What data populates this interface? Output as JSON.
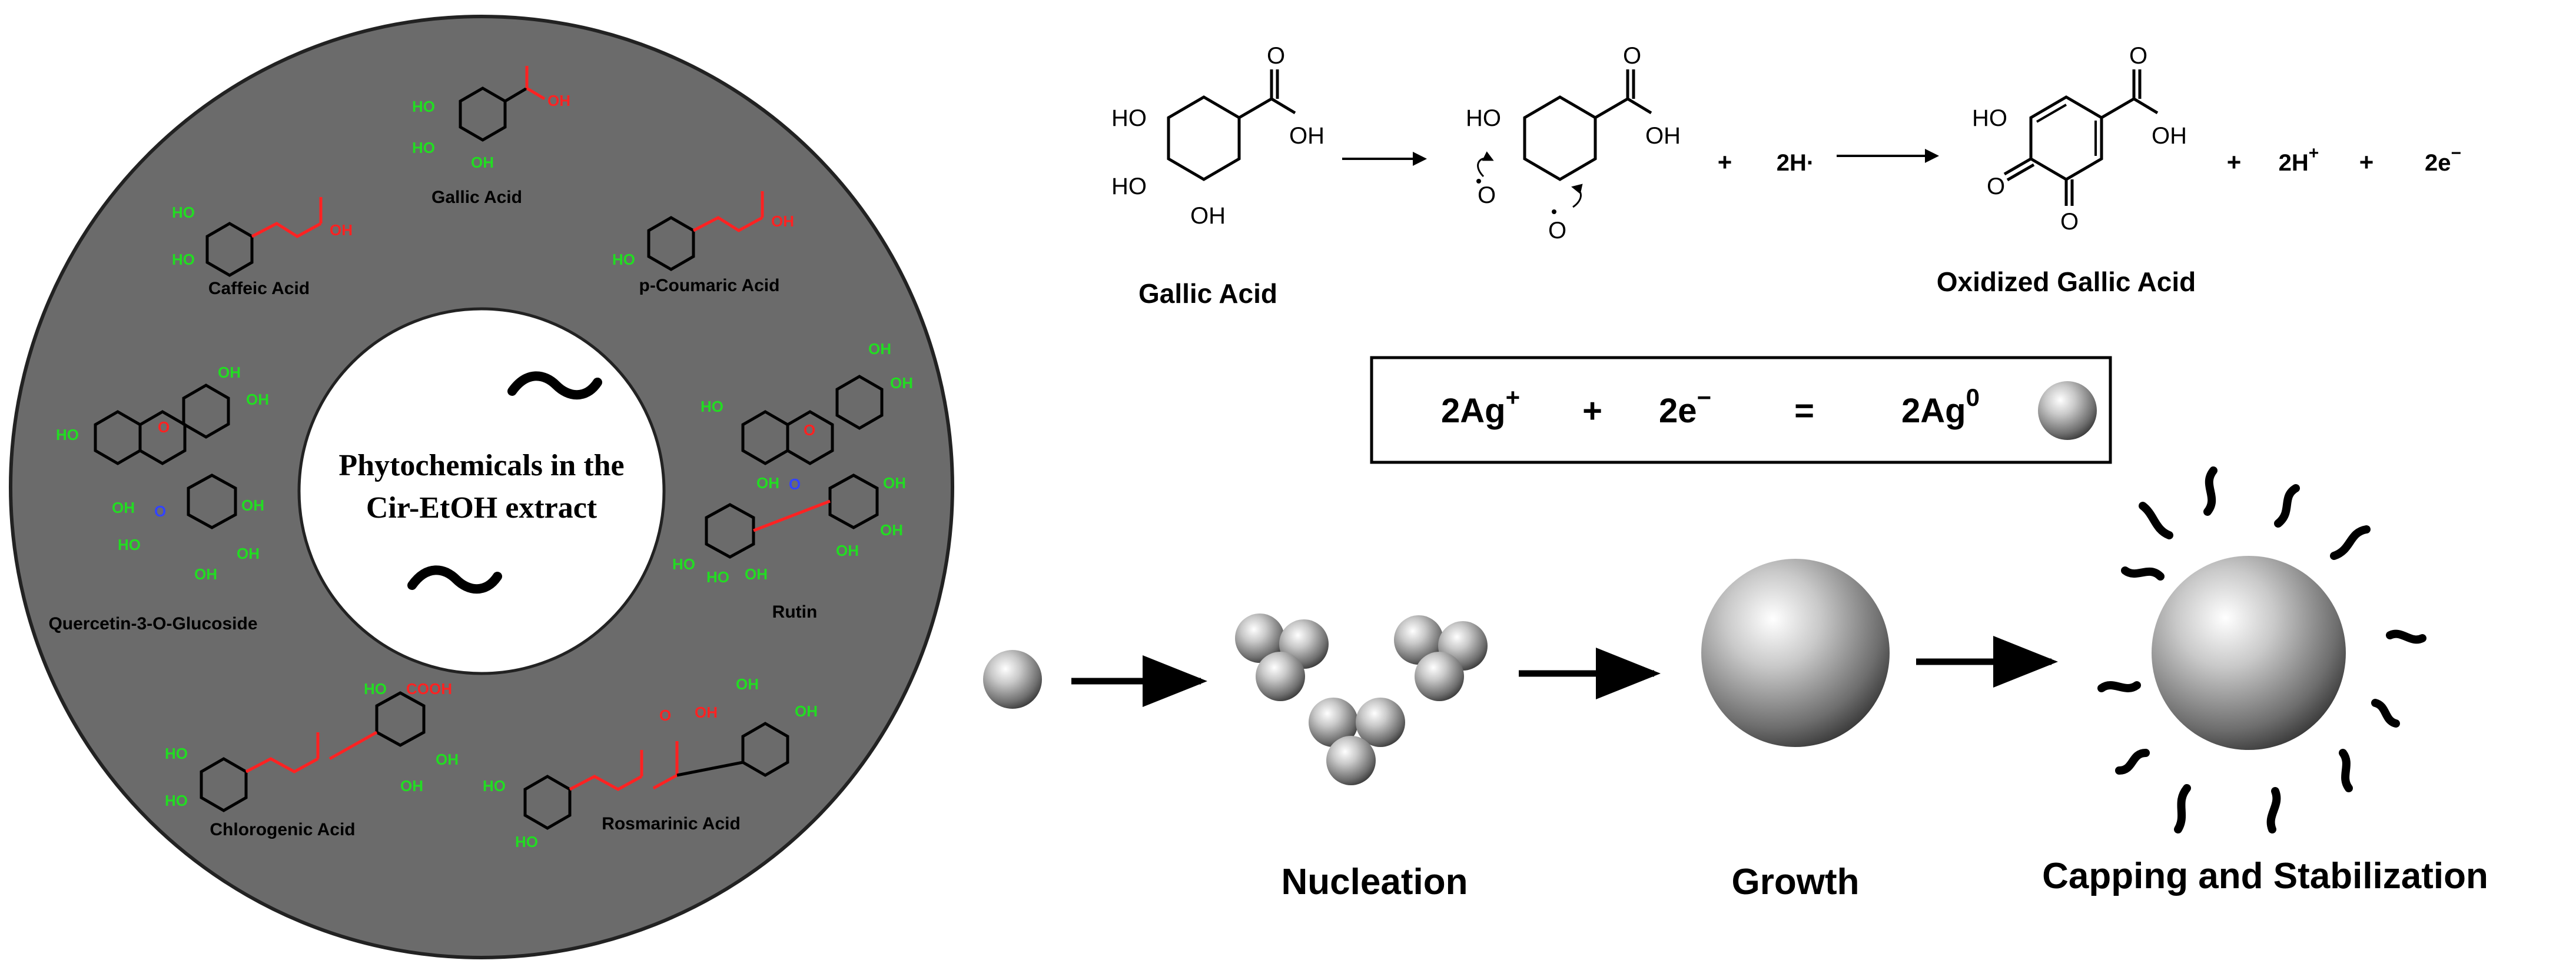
{
  "center_label": {
    "line1": "Phytochemicals in the",
    "line2": "Cir-EtOH extract"
  },
  "compounds": {
    "gallic": "Gallic Acid",
    "caffeic": "Caffeic Acid",
    "coumaric": "p-Coumaric Acid",
    "quercetin": "Quercetin-3-O-Glucoside",
    "rutin": "Rutin",
    "chlorogenic": "Chlorogenic Acid",
    "rosmarinic": "Rosmarinic Acid"
  },
  "atom_labels": {
    "ho": "HO",
    "oh": "OH",
    "o": "O",
    "cooh": "COOH"
  },
  "reaction": {
    "reactant_label": "Gallic Acid",
    "product_label": "Oxidized Gallic Acid",
    "plus": "+",
    "h_radical": "2H·",
    "h_ion": "2H",
    "h_ion_sup": "+",
    "electrons": "2e",
    "electrons_sup": "−"
  },
  "silver_equation": {
    "ag_ion": "2Ag",
    "ag_ion_sup": "+",
    "plus": "+",
    "electrons": "2e",
    "electrons_sup": "−",
    "equals": "=",
    "ag_metal": "2Ag",
    "ag_metal_sup": "0"
  },
  "stages": {
    "nucleation": "Nucleation",
    "growth": "Growth",
    "capping": "Capping and Stabilization"
  },
  "colors": {
    "ring": "#6b6b6b",
    "hydroxyl": "#22dd22",
    "carbonyl": "#ff2222",
    "ring_oxygen": "#3344ff",
    "bond": "#000000"
  }
}
